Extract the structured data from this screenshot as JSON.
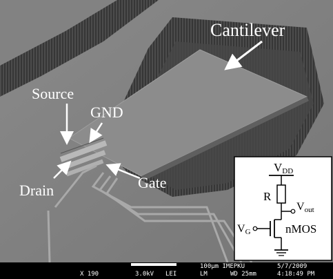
{
  "labels": {
    "cantilever": "Cantilever",
    "source": "Source",
    "gnd": "GND",
    "drain": "Drain",
    "gate": "Gate"
  },
  "circuit": {
    "vdd": "V",
    "vdd_sub": "DD",
    "r": "R",
    "vout": "V",
    "vout_sub": "out",
    "vg": "V",
    "vg_sub": "G",
    "nmos": "nMOS"
  },
  "databar": {
    "mag": "X 190",
    "voltage": "3.0kV",
    "detector": "LEI",
    "scale": "100µm IMEPKU",
    "mode": "LM",
    "wd": "WD 25mm",
    "date": "5/7/2009",
    "time": "4:18:49 PM"
  },
  "colors": {
    "surface": "#7f7f7f",
    "cantilever": "#8d8d8d",
    "trench": "#3a3a3a",
    "label": "#ffffff",
    "databar": "#000000"
  }
}
